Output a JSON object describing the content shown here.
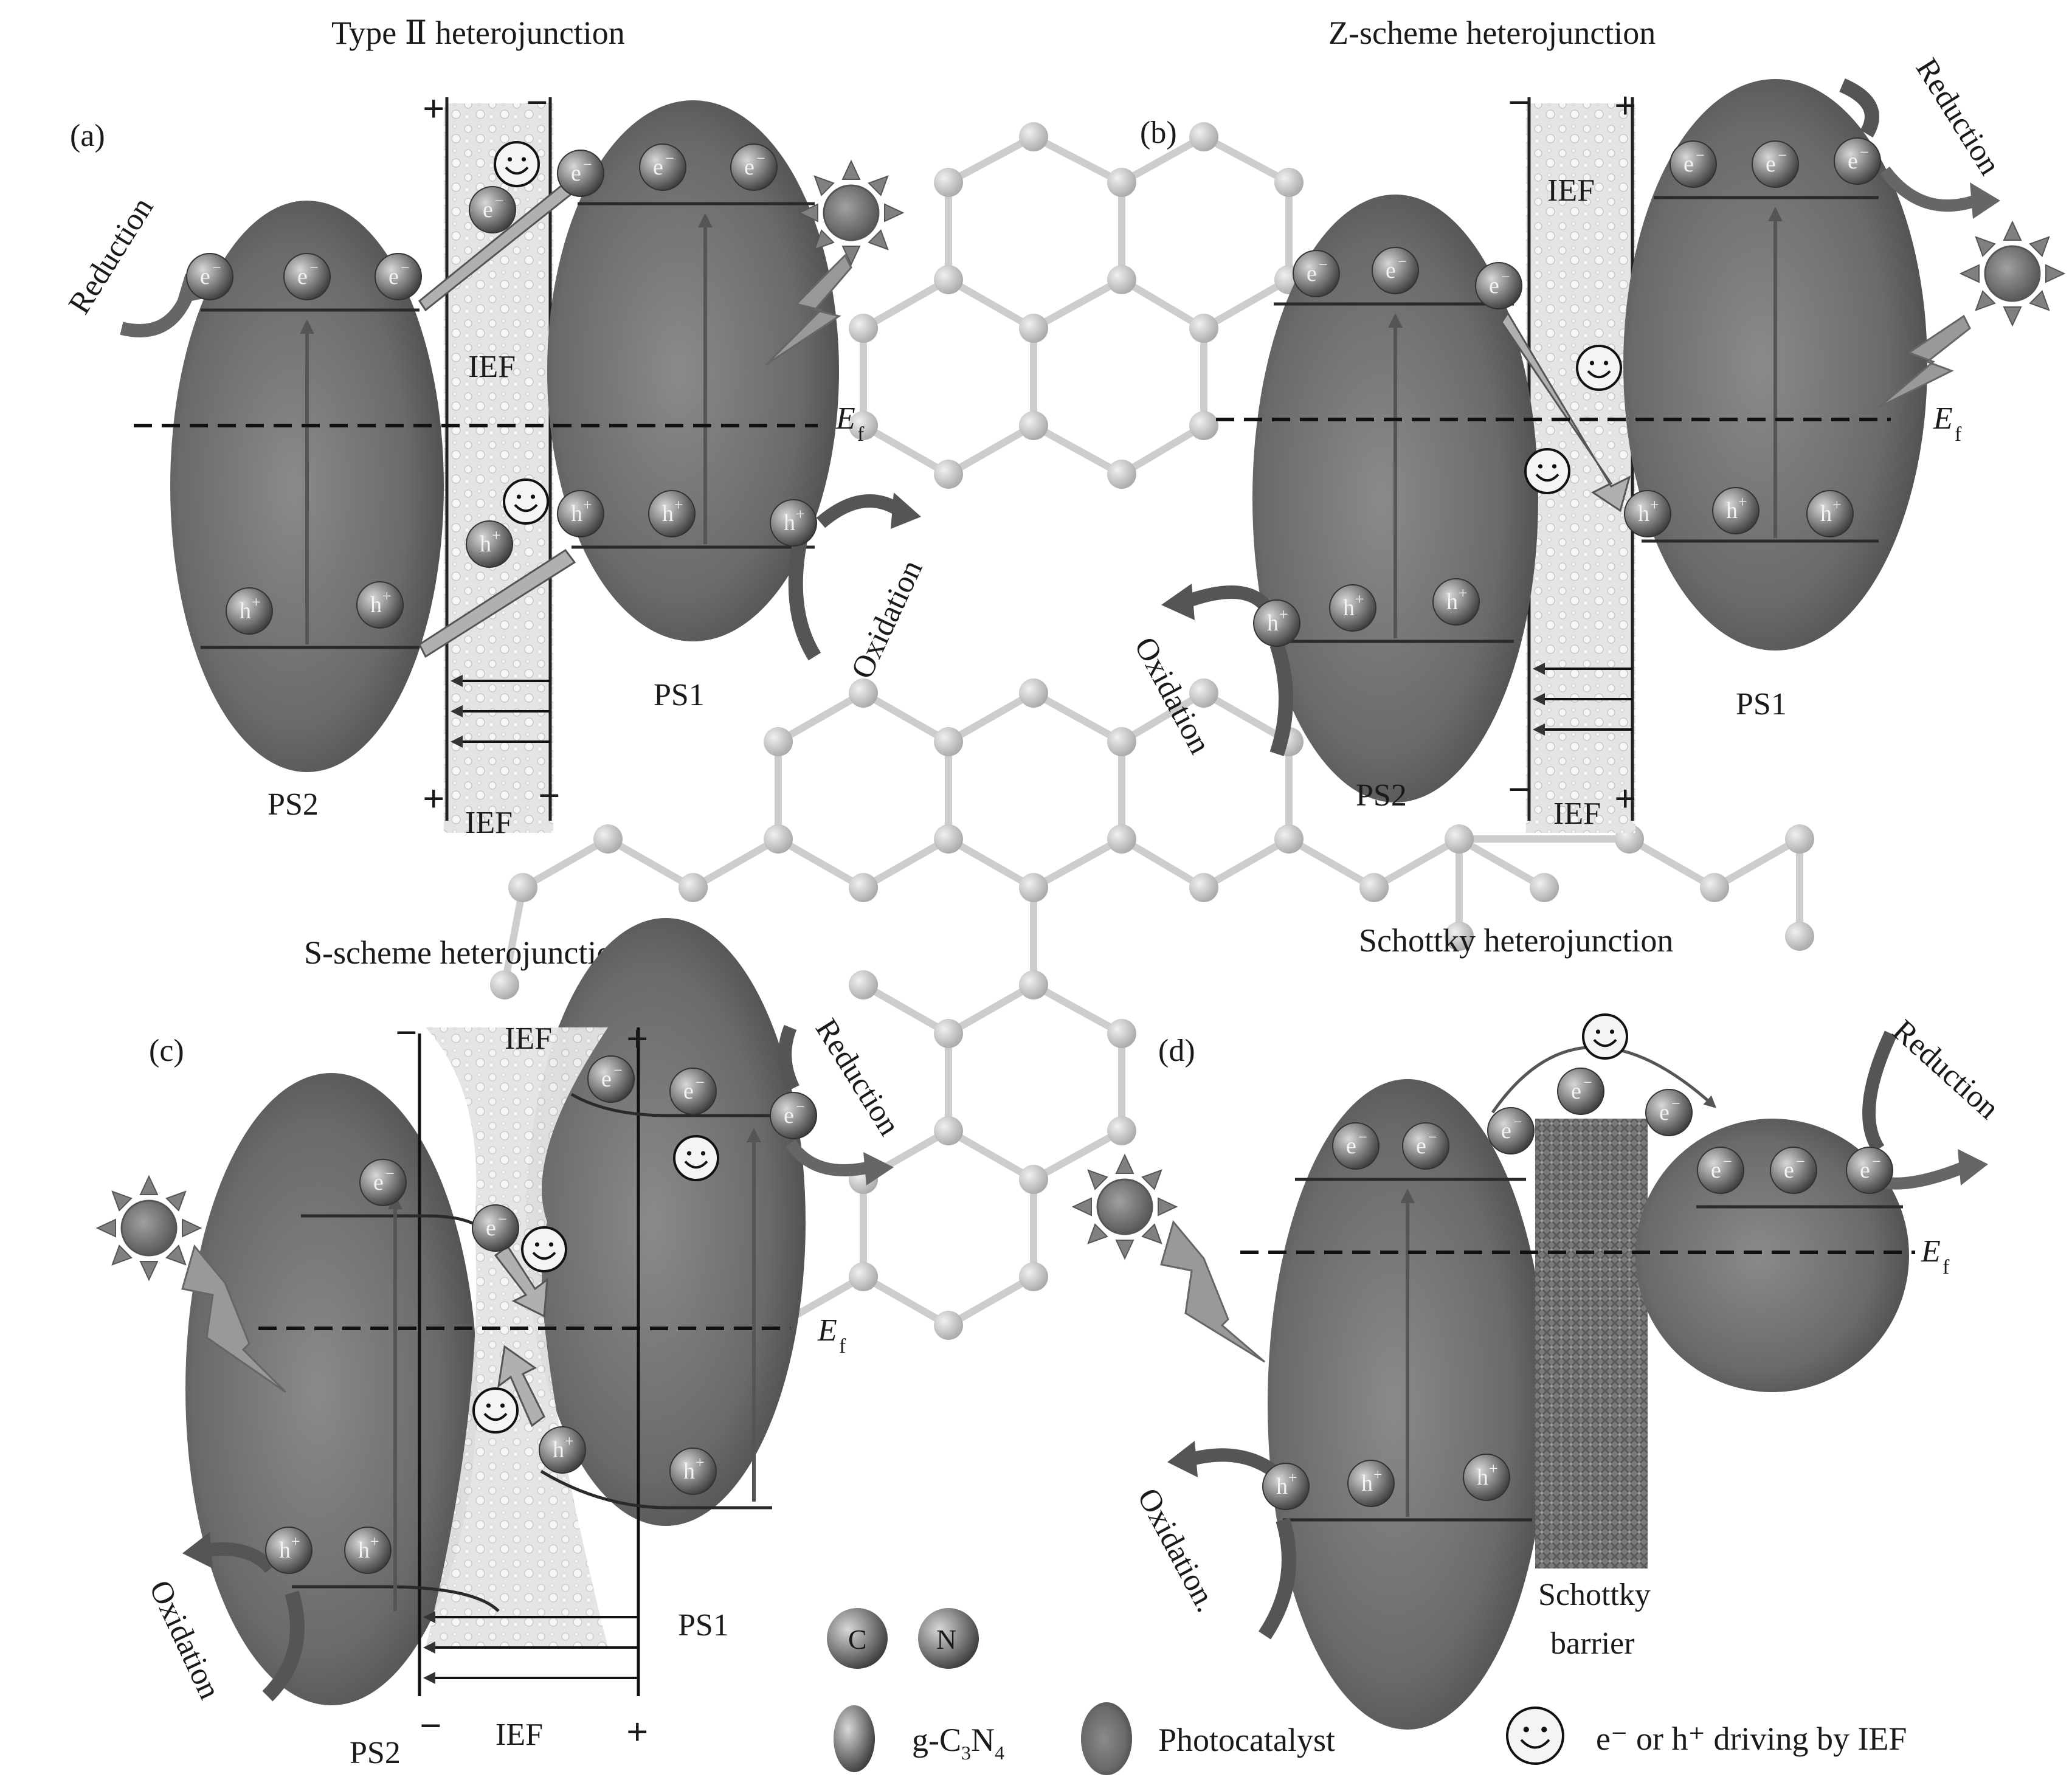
{
  "panels": {
    "a": {
      "letter": "(a)",
      "title": "Type Ⅱ heterojunction",
      "ps1": "PS1",
      "ps2": "PS2",
      "ief": "IEF",
      "ief_bottom": "IEF",
      "ef": "E",
      "ef_sub": "f",
      "reduction": "Reduction",
      "oxidation": "Oxidation"
    },
    "b": {
      "letter": "(b)",
      "title": "Z-scheme heterojunction",
      "ps1": "PS1",
      "ps2": "PS2",
      "ief": "IEF",
      "ief_bottom": "IEF",
      "ef": "E",
      "ef_sub": "f",
      "reduction": "Reduction",
      "oxidation": "Oxidation"
    },
    "c": {
      "letter": "(c)",
      "title": "S-scheme heterojunction",
      "ps1": "PS1",
      "ps2": "PS2",
      "ief": "IEF",
      "ief_bottom": "IEF",
      "ef": "E",
      "ef_sub": "f",
      "reduction": "Reduction",
      "oxidation": "Oxidation"
    },
    "d": {
      "letter": "(d)",
      "title": "Schottky heterojunction",
      "ef": "E",
      "ef_sub": "f",
      "reduction": "Reduction",
      "oxidation": "Oxidation.",
      "barrier_line1": "Schottky",
      "barrier_line2": "barrier"
    }
  },
  "carriers": {
    "electron": "e",
    "electron_sup": "−",
    "hole": "h",
    "hole_sup": "+"
  },
  "signs": {
    "plus": "+",
    "minus": "−"
  },
  "legend": {
    "carbon": "C",
    "nitrogen": "N",
    "gcn": "g-C",
    "gcn_sub1": "3",
    "gcn_mid": "N",
    "gcn_sub2": "4",
    "photocatalyst": "Photocatalyst",
    "driving": "e⁻ or h⁺ driving by IEF"
  },
  "colors": {
    "ellipse": "#6e6e6e",
    "ief_fill": "#dcdcdc",
    "arrow": "#777777",
    "lattice": "#c8c8c8",
    "text": "#1a1a1a"
  },
  "icons": [
    "sun-icon",
    "lightning-icon",
    "smiley-icon",
    "curved-arrow-icon"
  ]
}
